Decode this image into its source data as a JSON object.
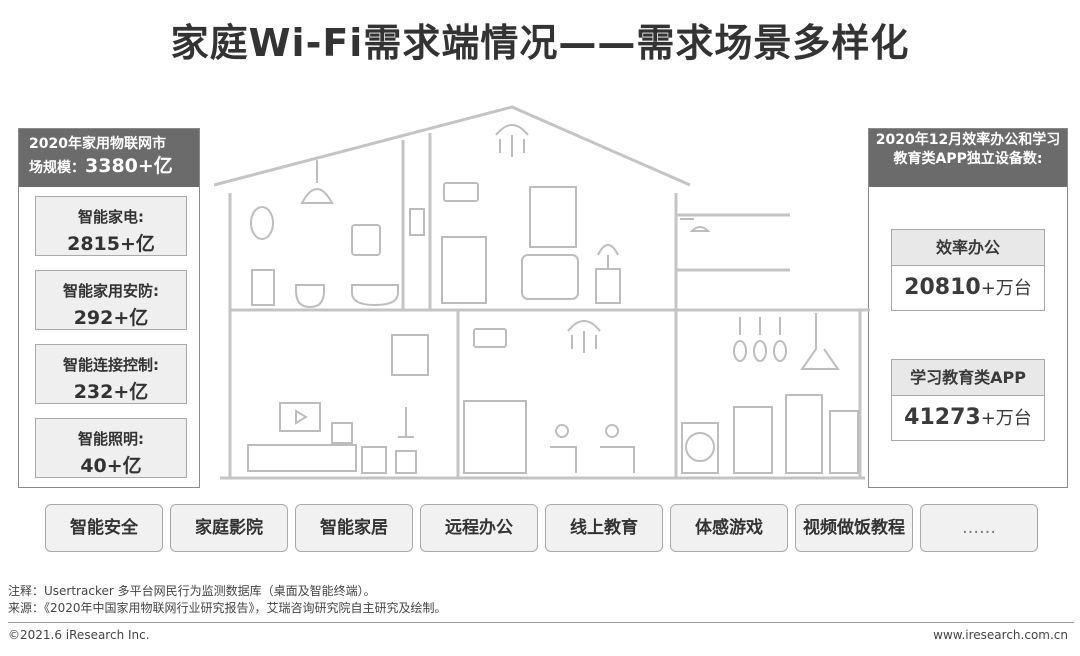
{
  "title": "家庭Wi-Fi需求端情况——需求场景多样化",
  "left_panel": {
    "head_line1": "2020年家用物联网市",
    "head_line2a": "场规模：",
    "head_line2b": "3380+亿",
    "items": [
      {
        "label": "智能家电:",
        "value": "2815+亿"
      },
      {
        "label": "智能家用安防:",
        "value": "292+亿"
      },
      {
        "label": "智能连接控制:",
        "value": "232+亿"
      },
      {
        "label": "智能照明:",
        "value": "40+亿"
      }
    ]
  },
  "right_panel": {
    "head": "2020年12月效率办公和学习教育类APP独立设备数:",
    "items": [
      {
        "label": "效率办公",
        "value": "20810",
        "unit": "+万台"
      },
      {
        "label": "学习教育类APP",
        "value": "41273",
        "unit": "+万台"
      }
    ]
  },
  "scenarios": [
    "智能安全",
    "家庭影院",
    "智能家居",
    "远程办公",
    "线上教育",
    "体感游戏",
    "视频做饭教程",
    "……"
  ],
  "note": "注释：Usertracker 多平台网民行为监测数据库（桌面及智能终端）。",
  "source": "来源：《2020年中国家用物联网行业研究报告》，艾瑞咨询研究院自主研究及绘制。",
  "footer_left": "©2021.6 iResearch Inc.",
  "footer_right": "www.iresearch.com.cn",
  "colors": {
    "header_bg": "#6b6b6b",
    "box_bg": "#efefef",
    "line": "#c8c8c8"
  }
}
